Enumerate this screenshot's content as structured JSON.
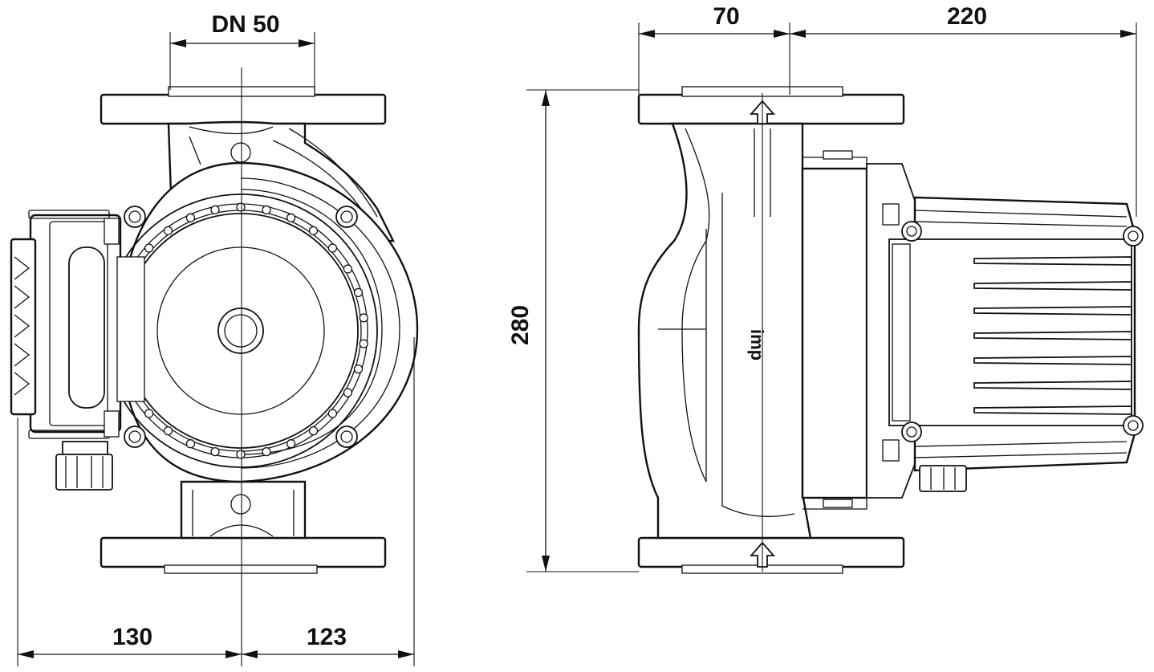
{
  "dimensions": {
    "nominal_diameter": "DN 50",
    "left_width": "130",
    "right_width": "123",
    "flange_depth": "70",
    "motor_length": "220",
    "port_to_port": "280"
  },
  "brand_logo": "imp"
}
